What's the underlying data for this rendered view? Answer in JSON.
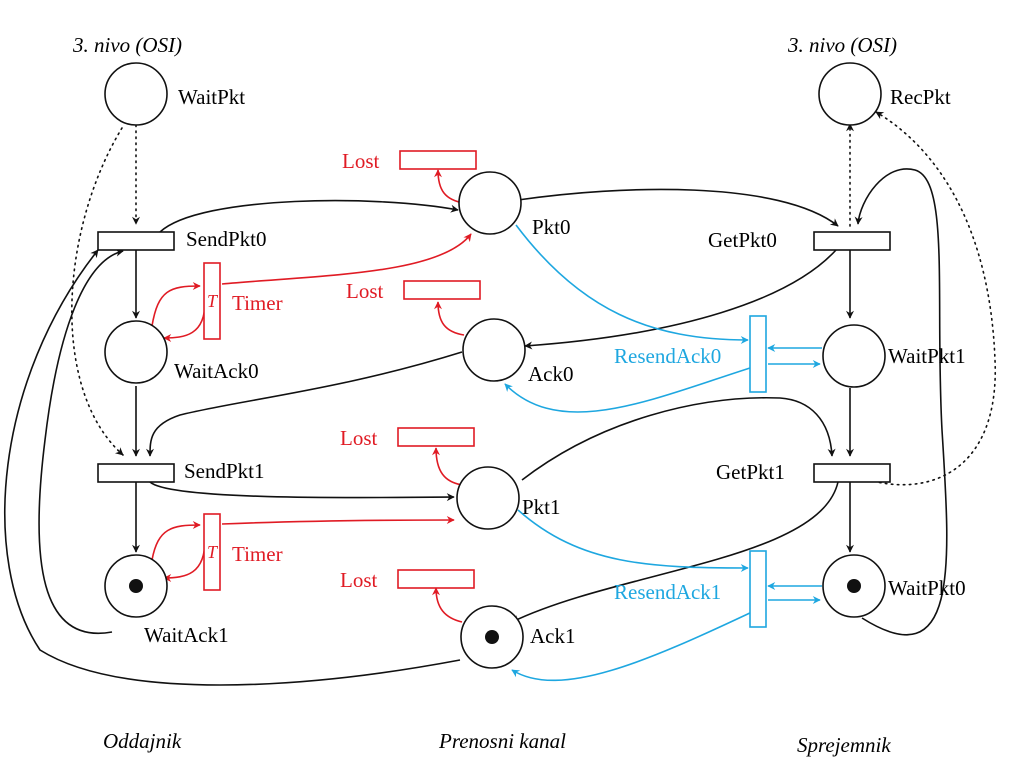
{
  "colors": {
    "black": "#111111",
    "red": "#e01b24",
    "blue": "#1ea7e0"
  },
  "layers": {
    "left": "3. nivo (OSI)",
    "right": "3. nivo (OSI)"
  },
  "sections": {
    "sender": "Oddajnik",
    "channel": "Prenosni kanal",
    "receiver": "Sprejemnik"
  },
  "places": {
    "waitpkt": "WaitPkt",
    "recpkt": "RecPkt",
    "waitack0": "WaitAck0",
    "waitack1": "WaitAck1",
    "pkt0": "Pkt0",
    "ack0": "Ack0",
    "pkt1": "Pkt1",
    "ack1": "Ack1",
    "waitpkt1": "WaitPkt1",
    "waitpkt0": "WaitPkt0"
  },
  "tokens": {
    "waitack1": 1,
    "ack1": 1,
    "waitpkt0": 1
  },
  "transitions": {
    "sendpkt0": "SendPkt0",
    "sendpkt1": "SendPkt1",
    "getpkt0": "GetPkt0",
    "getpkt1": "GetPkt1",
    "timer_top": "Timer",
    "timer_bottom": "Timer",
    "timer_mark_top": "T",
    "timer_mark_bottom": "T",
    "lost_pkt0": "Lost",
    "lost_ack0": "Lost",
    "lost_pkt1": "Lost",
    "lost_ack1": "Lost",
    "resendack0": "ResendAck0",
    "resendack1": "ResendAck1"
  }
}
